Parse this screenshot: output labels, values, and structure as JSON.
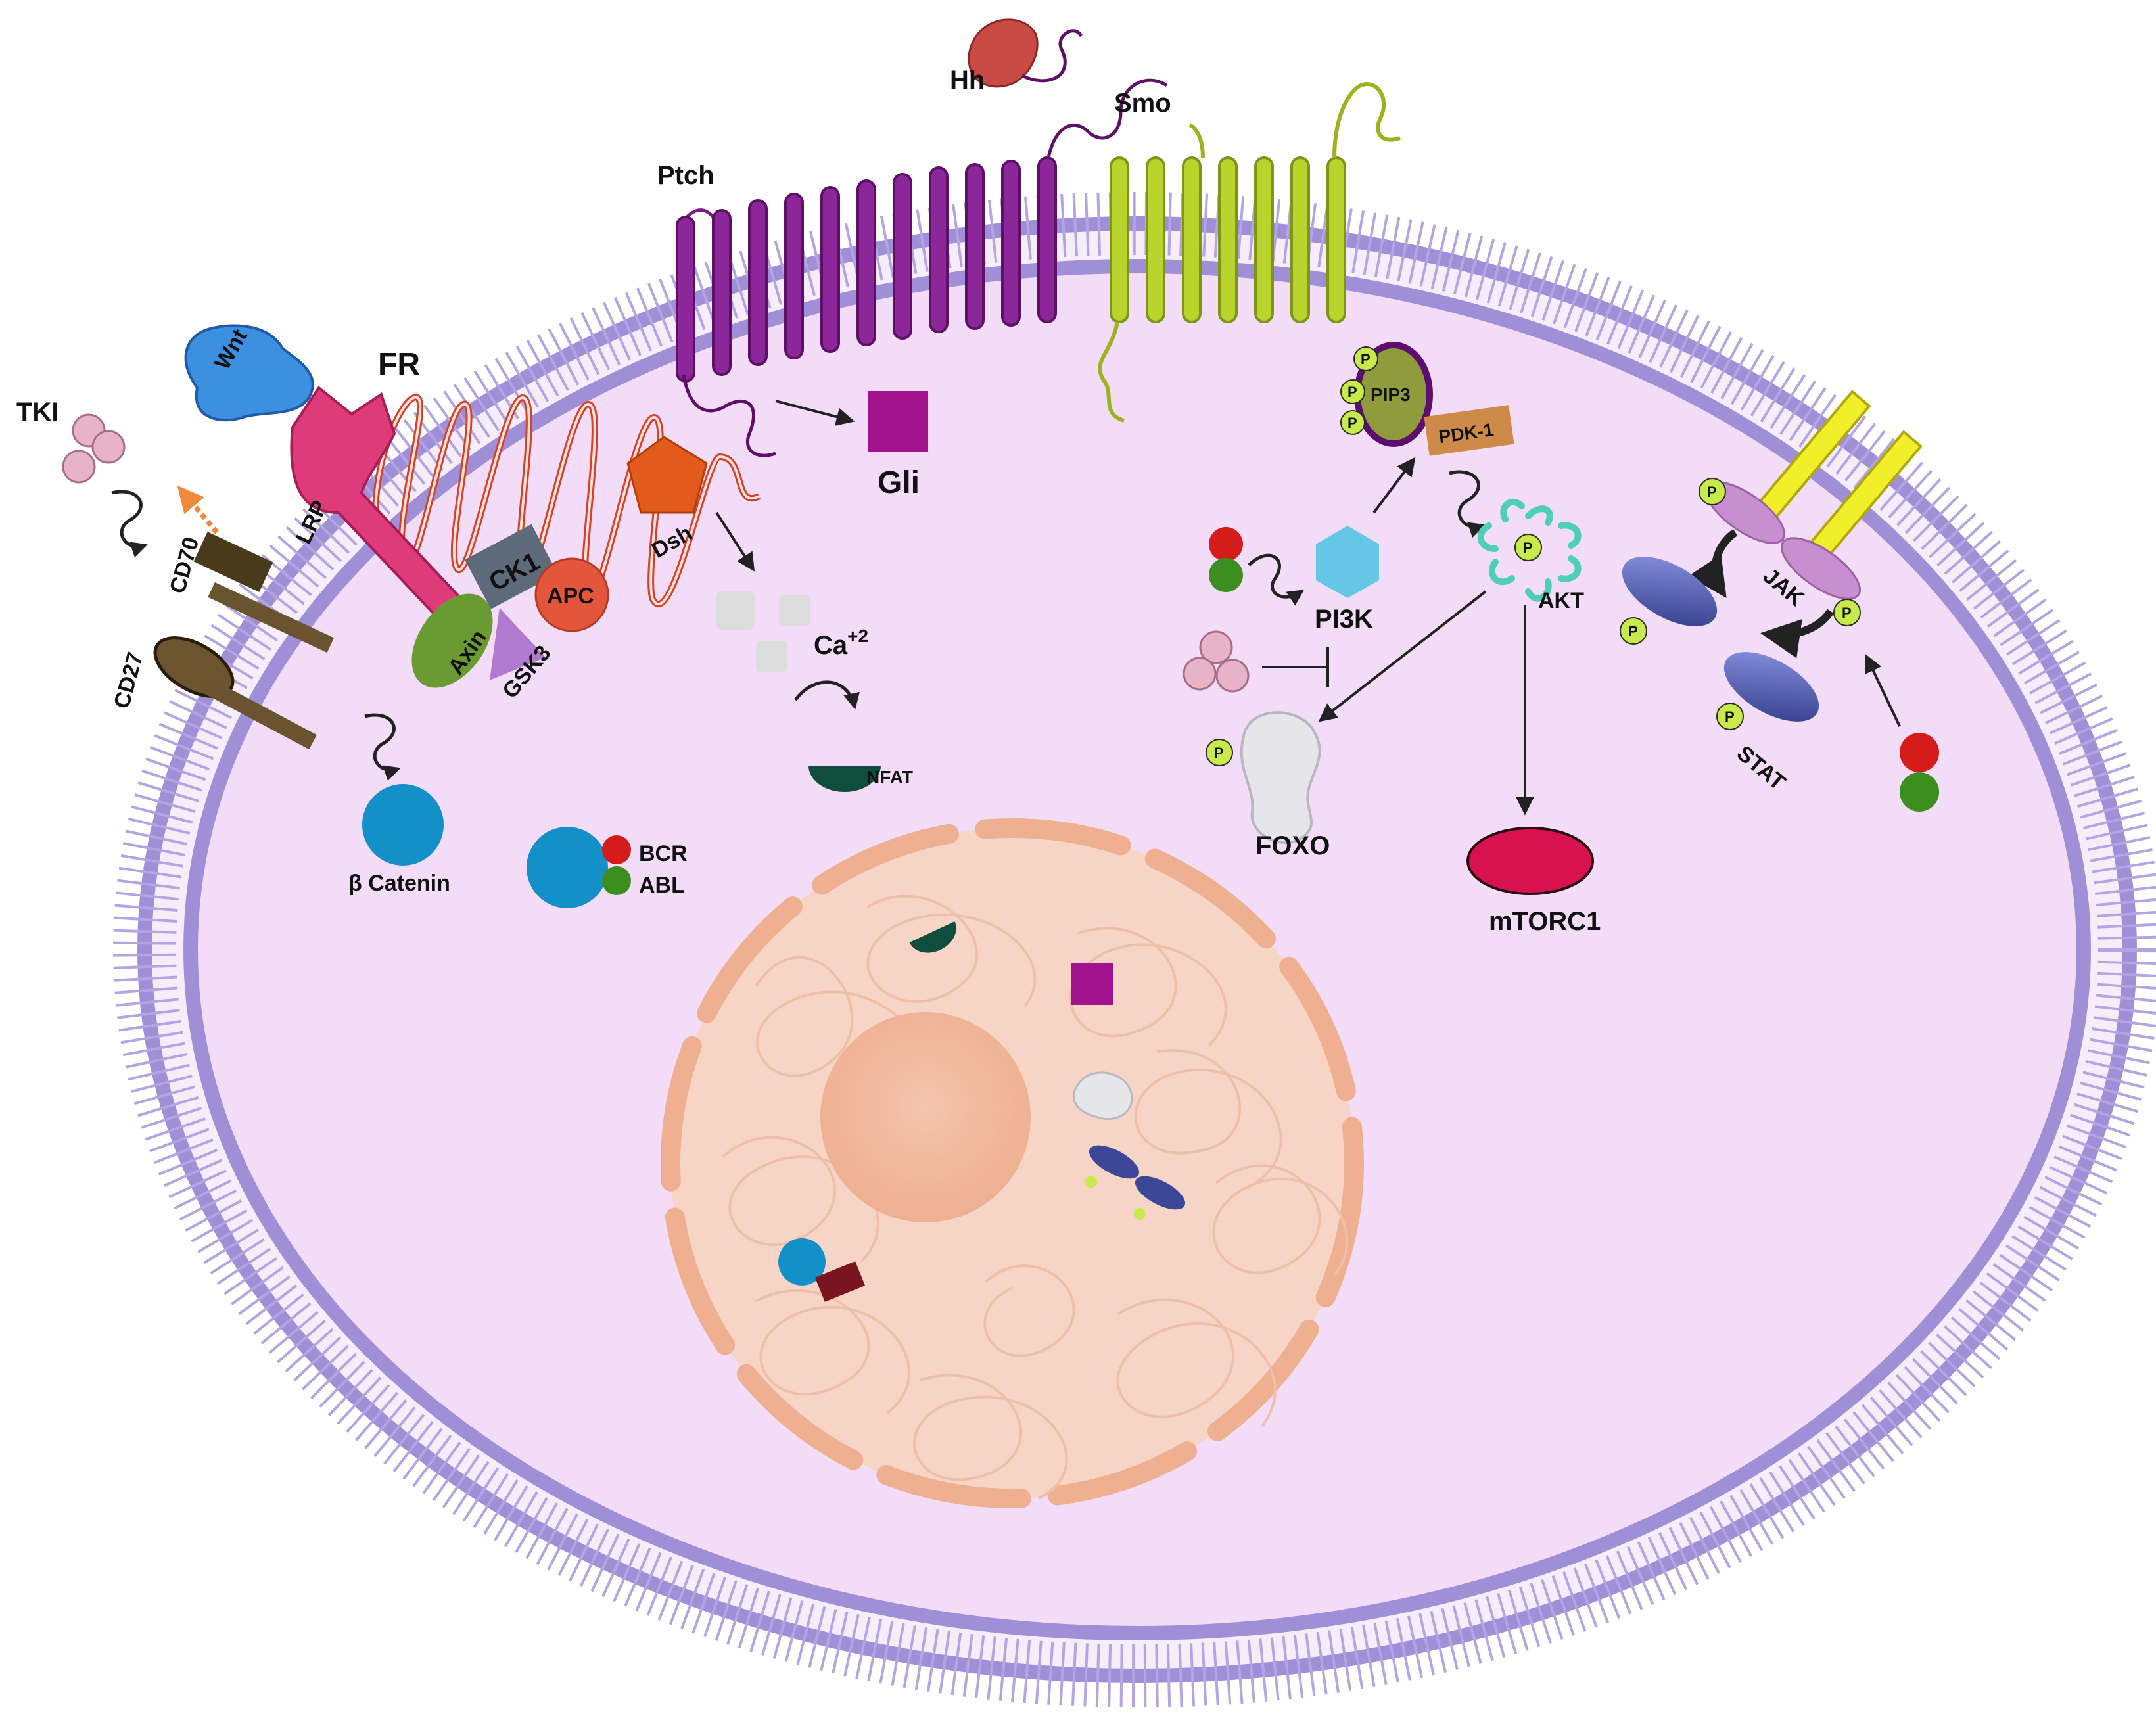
{
  "labels": {
    "hh": "Hh",
    "smo": "Smo",
    "ptch": "Ptch",
    "wnt": "Wnt",
    "fr": "FR",
    "tki": "TKI",
    "lrp": "LRP",
    "cd70": "CD70",
    "cd27": "CD27",
    "ck1": "CK1",
    "apc": "APC",
    "axin": "Axin",
    "gsk3": "GSK3",
    "dsh": "Dsh",
    "gli": "Gli",
    "ca": "Ca",
    "ca_sup": "+2",
    "nfat": "NFAT",
    "beta_catenin": "β Catenin",
    "bcr": "BCR",
    "abl": "ABL",
    "pip3": "PIP3",
    "pdk1": "PDK-1",
    "pi3k": "PI3K",
    "akt": "AKT",
    "foxo": "FOXO",
    "mtorc1": "mTORC1",
    "jak": "JAK",
    "stat": "STAT",
    "p": "P"
  },
  "colors": {
    "cytoplasm": "#f3dcf7",
    "membrane": "#9f8fd6",
    "nucleus": "#f6d5c7",
    "nucleolus": "#f0b59c",
    "ptch": "#7a1a86",
    "smo": "#a7c520",
    "beta_catenin": "#1390c8",
    "gli": "#a2128f",
    "mtorc1": "#d9124f",
    "pi3k": "#66c6e6",
    "akt": "#4fcfb6",
    "phospho": "#c8ea4a",
    "dsh": "#e25a1c",
    "wnt": "#3d8fe0",
    "lrp": "#de3b7a",
    "axin": "#6a9a32",
    "ck1": "#5d6a79",
    "apc": "#e4563c",
    "gsk3": "#b07ad0",
    "jak": "#c78fd0",
    "stat": "#4b57b2",
    "nfat": "#0f4d3c",
    "cd_receptor": "#4a3a1c",
    "pdk1": "#cd8a48",
    "pip3": "#8f9c3c",
    "tki": "#e8b3c9"
  }
}
